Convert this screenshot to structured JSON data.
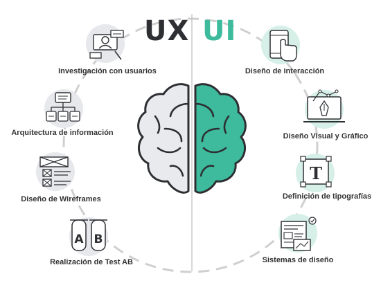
{
  "header": {
    "ux": "UX",
    "ui": "UI"
  },
  "colors": {
    "accent": "#3dbb9c",
    "accent_soft": "#d6f0e8",
    "gray_soft": "#e6e8ec",
    "line": "#c8c8c8",
    "text": "#333333",
    "brain_left": "#e8eaee",
    "brain_right": "#3dbb9c",
    "stroke": "#2e2f33"
  },
  "ux_items": [
    {
      "label": "Investigación con usuarios",
      "icon": "user-research-icon"
    },
    {
      "label": "Arquitectura de información",
      "icon": "sitemap-icon"
    },
    {
      "label": "Diseño de Wireframes",
      "icon": "wireframe-icon"
    },
    {
      "label": "Realización de Test AB",
      "icon": "ab-test-tubes-icon"
    }
  ],
  "ui_items": [
    {
      "label": "Diseño de interacción",
      "icon": "touch-phone-icon"
    },
    {
      "label": "Diseño Visual y Gráfico",
      "icon": "pen-tool-screen-icon"
    },
    {
      "label": "Definición de tipografías",
      "icon": "typography-icon"
    },
    {
      "label": "Sistemas de diseño",
      "icon": "design-system-icon"
    }
  ],
  "ab": {
    "a": "A",
    "b": "B"
  },
  "typo": {
    "t": "T"
  }
}
